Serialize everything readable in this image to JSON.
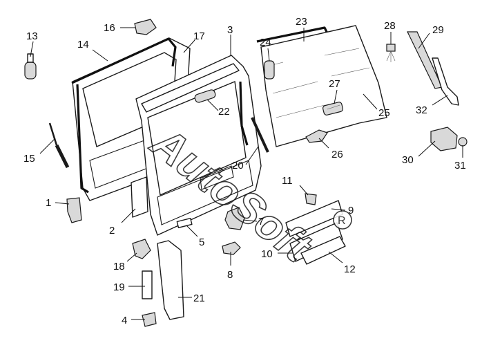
{
  "diagram": {
    "callouts": [
      {
        "id": "1",
        "label": "1"
      },
      {
        "id": "2",
        "label": "2"
      },
      {
        "id": "3",
        "label": "3"
      },
      {
        "id": "4",
        "label": "4"
      },
      {
        "id": "5",
        "label": "5"
      },
      {
        "id": "7",
        "label": "7"
      },
      {
        "id": "8",
        "label": "8"
      },
      {
        "id": "9",
        "label": "9"
      },
      {
        "id": "10",
        "label": "10"
      },
      {
        "id": "11",
        "label": "11"
      },
      {
        "id": "12",
        "label": "12"
      },
      {
        "id": "13",
        "label": "13"
      },
      {
        "id": "14",
        "label": "14"
      },
      {
        "id": "15",
        "label": "15"
      },
      {
        "id": "16",
        "label": "16"
      },
      {
        "id": "17",
        "label": "17"
      },
      {
        "id": "18",
        "label": "18"
      },
      {
        "id": "19",
        "label": "19"
      },
      {
        "id": "20",
        "label": "20"
      },
      {
        "id": "21",
        "label": "21"
      },
      {
        "id": "22",
        "label": "22"
      },
      {
        "id": "23",
        "label": "23"
      },
      {
        "id": "24",
        "label": "24"
      },
      {
        "id": "25",
        "label": "25"
      },
      {
        "id": "26",
        "label": "26"
      },
      {
        "id": "27",
        "label": "27"
      },
      {
        "id": "28",
        "label": "28"
      },
      {
        "id": "29",
        "label": "29"
      },
      {
        "id": "30",
        "label": "30"
      },
      {
        "id": "31",
        "label": "31"
      },
      {
        "id": "32",
        "label": "32"
      }
    ],
    "watermark": {
      "text": "AutoSoft",
      "logo_text": "R"
    },
    "colors": {
      "line": "#1a1a1a",
      "background": "#ffffff"
    }
  }
}
